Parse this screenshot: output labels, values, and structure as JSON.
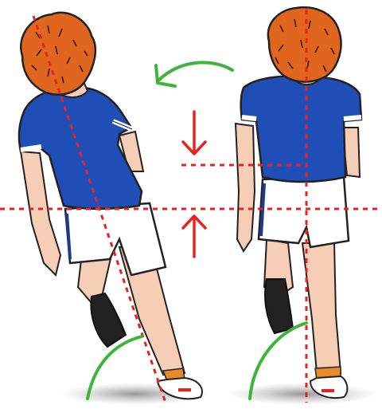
{
  "illustration": {
    "colors": {
      "shirt": "#1f4fb6",
      "shirt_trim": "#ffffff",
      "hair": "#e0651f",
      "skin": "#f6cdb5",
      "shorts": "#ffffff",
      "shoe": "#222222",
      "guide_line": "#e8231f",
      "arrow_green": "#3cb53a",
      "arrow_red": "#e8231f",
      "shadow": "#9a9a9a"
    },
    "figures": [
      {
        "id": "left-figure",
        "pose": "leaning"
      },
      {
        "id": "right-figure",
        "pose": "upright"
      }
    ]
  }
}
